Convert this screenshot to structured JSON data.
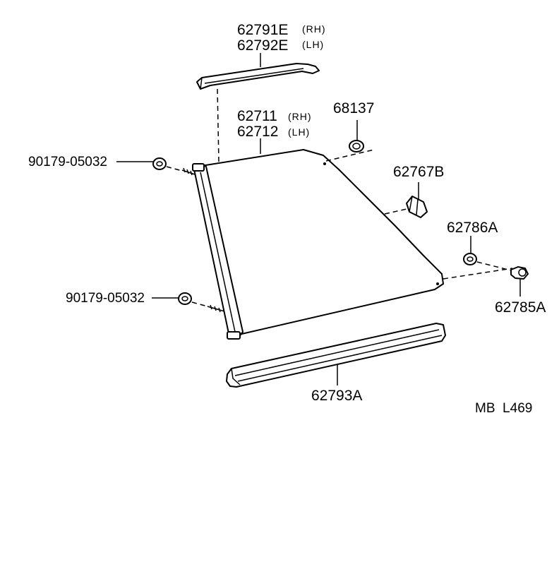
{
  "labels": {
    "p62791e": "62791E",
    "p62791e_side": "(RH)",
    "p62792e": "62792E",
    "p62792e_side": "(LH)",
    "p62711": "62711",
    "p62711_side": "(RH)",
    "p62712": "62712",
    "p62712_side": "(LH)",
    "p68137": "68137",
    "p90179_top": "90179-05032",
    "p90179_bottom": "90179-05032",
    "p62767b": "62767B",
    "p62786a": "62786A",
    "p62785a": "62785A",
    "p62793a": "62793A",
    "ref_code": "MB  L469"
  }
}
